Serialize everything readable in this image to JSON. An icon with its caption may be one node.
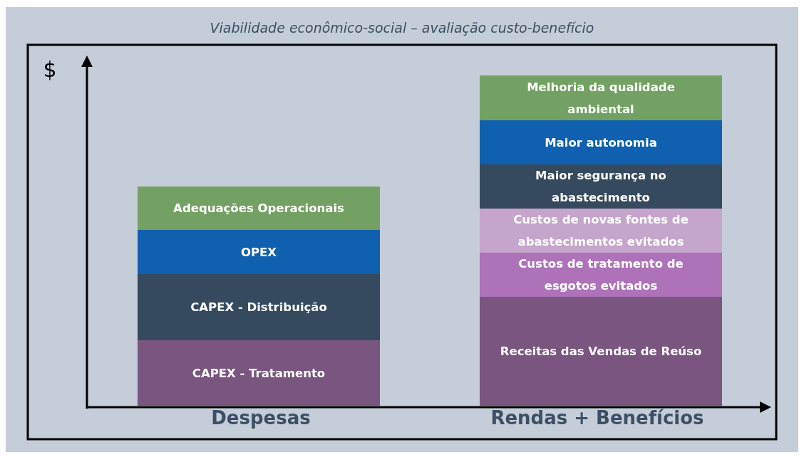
{
  "diagram": {
    "title": "Viabilidade econômico-social – avaliação custo-benefício",
    "nodes": [
      {
        "text": [
          "Adequações Operacionais"
        ]
      },
      {
        "text": [
          "OPEX"
        ]
      },
      {
        "text": [
          "CAPEX - Distribuição"
        ]
      },
      {
        "text": [
          "CAPEX - Tratamento"
        ]
      },
      {
        "text": [
          "Melhoria da qualidade ambiental"
        ]
      },
      {
        "text": [
          "Maior autonomia"
        ]
      },
      {
        "text": [
          "Maior segurança no abastecimento"
        ]
      },
      {
        "text": [
          "Custos de novas fontes de abastecimentos evitados"
        ]
      },
      {
        "text": [
          "Custos de tratamento de esgotos evitados"
        ]
      },
      {
        "text": [
          "Receitas das Vendas de Reúso"
        ]
      }
    ],
    "edges": [],
    "labels": [
      "$",
      "Despesas",
      "Rendas + Benefícios"
    ]
  }
}
